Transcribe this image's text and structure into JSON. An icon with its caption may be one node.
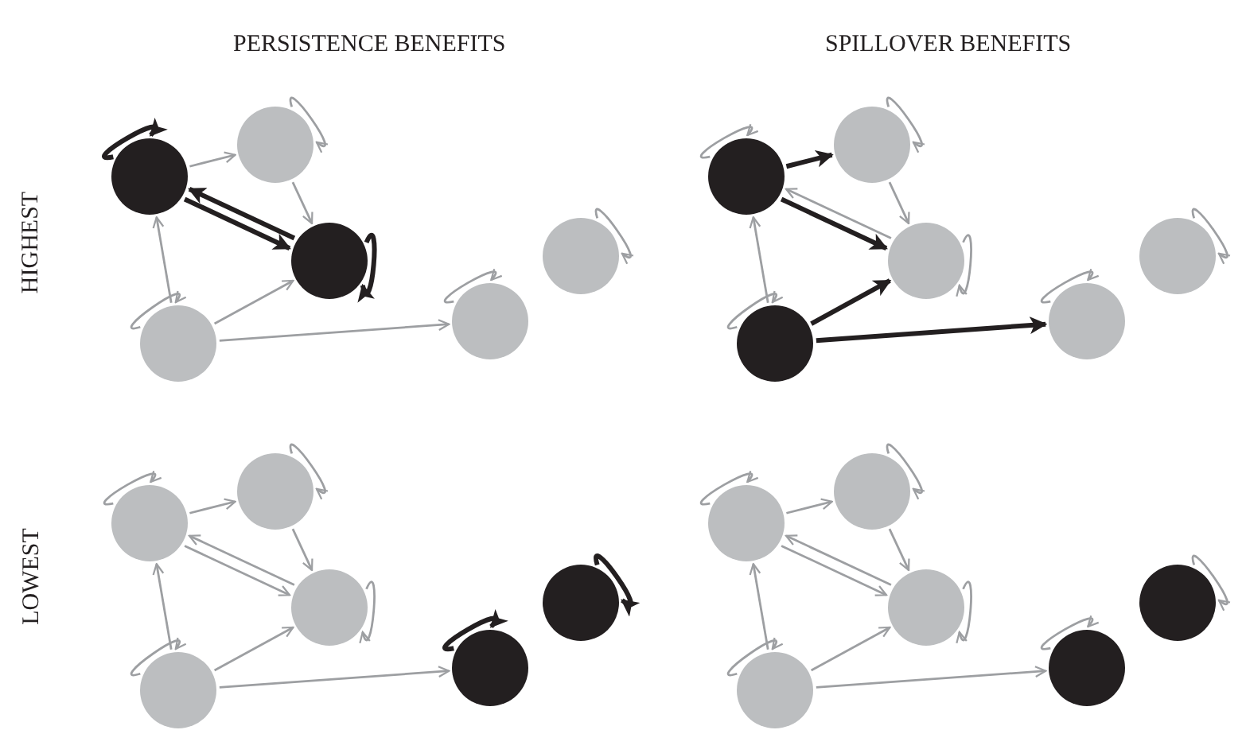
{
  "diagram": {
    "nodes": [
      {
        "text": [],
        "shape": "circle"
      },
      {
        "text": [],
        "shape": "circle"
      },
      {
        "text": [],
        "shape": "circle"
      },
      {
        "text": [],
        "shape": "circle"
      },
      {
        "text": [],
        "shape": "circle"
      },
      {
        "text": [],
        "shape": "circle"
      },
      {
        "text": [],
        "shape": "circle"
      },
      {
        "text": [],
        "shape": "circle"
      },
      {
        "text": [],
        "shape": "circle"
      },
      {
        "text": [],
        "shape": "circle"
      },
      {
        "text": [],
        "shape": "circle"
      },
      {
        "text": [],
        "shape": "circle"
      },
      {
        "text": [],
        "shape": "circle"
      },
      {
        "text": [],
        "shape": "circle"
      },
      {
        "text": [],
        "shape": "circle"
      },
      {
        "text": [],
        "shape": "circle"
      },
      {
        "text": [],
        "shape": "circle"
      },
      {
        "text": [],
        "shape": "circle"
      },
      {
        "text": [],
        "shape": "circle"
      },
      {
        "text": [],
        "shape": "circle"
      },
      {
        "text": [],
        "shape": "circle"
      },
      {
        "text": [],
        "shape": "circle"
      },
      {
        "text": [],
        "shape": "circle"
      },
      {
        "text": [],
        "shape": "circle"
      }
    ],
    "edges": [
      {
        "from": 0,
        "to": 0,
        "arrow": "to",
        "style": "thick",
        "color": "#231f20"
      },
      {
        "from": 1,
        "to": 1,
        "arrow": "to"
      },
      {
        "from": 2,
        "to": 2,
        "arrow": "to",
        "style": "thick",
        "color": "#231f20"
      },
      {
        "from": 3,
        "to": 3,
        "arrow": "to"
      },
      {
        "from": 4,
        "to": 4,
        "arrow": "to"
      },
      {
        "from": 5,
        "to": 5,
        "arrow": "to"
      },
      {
        "from": 0,
        "to": 1,
        "arrow": "to"
      },
      {
        "from": 1,
        "to": 2,
        "arrow": "to"
      },
      {
        "from": 0,
        "to": 2,
        "arrow": "to",
        "style": "thick",
        "color": "#231f20"
      },
      {
        "from": 2,
        "to": 0,
        "arrow": "to",
        "style": "thick",
        "color": "#231f20"
      },
      {
        "from": 3,
        "to": 0,
        "arrow": "to"
      },
      {
        "from": 3,
        "to": 2,
        "arrow": "to"
      },
      {
        "from": 3,
        "to": 4,
        "arrow": "to"
      },
      {
        "from": 6,
        "to": 6,
        "arrow": "to"
      },
      {
        "from": 7,
        "to": 7,
        "arrow": "to"
      },
      {
        "from": 8,
        "to": 8,
        "arrow": "to"
      },
      {
        "from": 9,
        "to": 9,
        "arrow": "to"
      },
      {
        "from": 10,
        "to": 10,
        "arrow": "to"
      },
      {
        "from": 11,
        "to": 11,
        "arrow": "to"
      },
      {
        "from": 6,
        "to": 7,
        "arrow": "to",
        "style": "thick",
        "color": "#231f20"
      },
      {
        "from": 7,
        "to": 8,
        "arrow": "to"
      },
      {
        "from": 6,
        "to": 8,
        "arrow": "to",
        "style": "thick",
        "color": "#231f20"
      },
      {
        "from": 8,
        "to": 6,
        "arrow": "to"
      },
      {
        "from": 9,
        "to": 6,
        "arrow": "to"
      },
      {
        "from": 9,
        "to": 8,
        "arrow": "to",
        "style": "thick",
        "color": "#231f20"
      },
      {
        "from": 9,
        "to": 10,
        "arrow": "to",
        "style": "thick",
        "color": "#231f20"
      },
      {
        "from": 12,
        "to": 12,
        "arrow": "to"
      },
      {
        "from": 13,
        "to": 13,
        "arrow": "to"
      },
      {
        "from": 14,
        "to": 14,
        "arrow": "to"
      },
      {
        "from": 15,
        "to": 15,
        "arrow": "to"
      },
      {
        "from": 16,
        "to": 16,
        "arrow": "to",
        "style": "thick",
        "color": "#231f20"
      },
      {
        "from": 17,
        "to": 17,
        "arrow": "to",
        "style": "thick",
        "color": "#231f20"
      },
      {
        "from": 12,
        "to": 13,
        "arrow": "to"
      },
      {
        "from": 13,
        "to": 14,
        "arrow": "to"
      },
      {
        "from": 12,
        "to": 14,
        "arrow": "to"
      },
      {
        "from": 14,
        "to": 12,
        "arrow": "to"
      },
      {
        "from": 15,
        "to": 12,
        "arrow": "to"
      },
      {
        "from": 15,
        "to": 14,
        "arrow": "to"
      },
      {
        "from": 15,
        "to": 16,
        "arrow": "to"
      },
      {
        "from": 18,
        "to": 18,
        "arrow": "to"
      },
      {
        "from": 19,
        "to": 19,
        "arrow": "to"
      },
      {
        "from": 20,
        "to": 20,
        "arrow": "to"
      },
      {
        "from": 21,
        "to": 21,
        "arrow": "to"
      },
      {
        "from": 22,
        "to": 22,
        "arrow": "to"
      },
      {
        "from": 23,
        "to": 23,
        "arrow": "to"
      },
      {
        "from": 18,
        "to": 19,
        "arrow": "to"
      },
      {
        "from": 19,
        "to": 20,
        "arrow": "to"
      },
      {
        "from": 18,
        "to": 20,
        "arrow": "to"
      },
      {
        "from": 20,
        "to": 18,
        "arrow": "to"
      },
      {
        "from": 21,
        "to": 18,
        "arrow": "to"
      },
      {
        "from": 21,
        "to": 20,
        "arrow": "to"
      },
      {
        "from": 21,
        "to": 22,
        "arrow": "to"
      }
    ],
    "labels": [
      "PERSISTENCE BENEFITS",
      "SPILLOVER BENEFITS",
      "HIGHEST",
      "LOWEST"
    ]
  }
}
